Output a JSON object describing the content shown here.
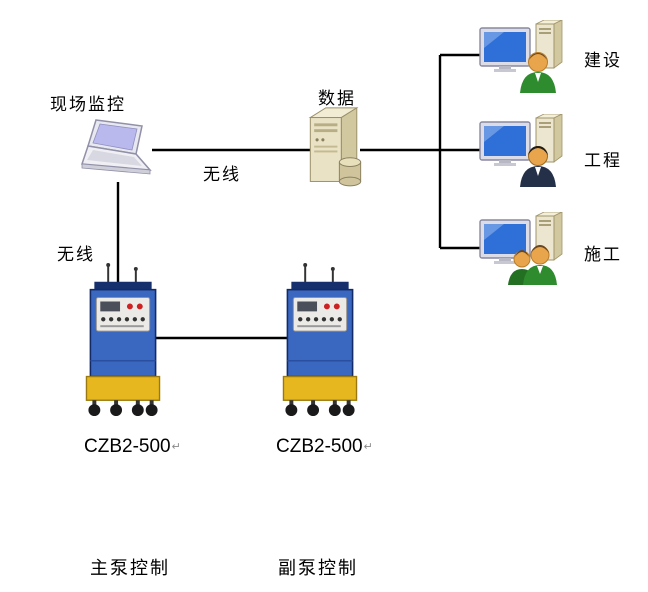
{
  "palette": {
    "line": "#000000",
    "screen_blue": "#2f6fd8",
    "machine_body": "#3a67c0",
    "machine_top": "#16306e",
    "machine_base": "#e6b71e",
    "server_front": "#e9e2c4",
    "server_side": "#d2c8a0",
    "skin": "#e8a54c"
  },
  "labels": {
    "site_monitor": "现场监控",
    "data_server": "数据",
    "wireless_top": "无线",
    "wireless_left": "无线"
  },
  "clients": [
    {
      "label": "建设",
      "avatar_color": "#2e8b2e"
    },
    {
      "label": "工程",
      "avatar_color": "#242f48"
    },
    {
      "label": "施工",
      "avatar_color": "#2e8b2e"
    }
  ],
  "machines": [
    {
      "model": "CZB2-500",
      "mark": "↵",
      "role": "主泵控制"
    },
    {
      "model": "CZB2-500",
      "mark": "↵",
      "role": "副泵控制"
    }
  ]
}
